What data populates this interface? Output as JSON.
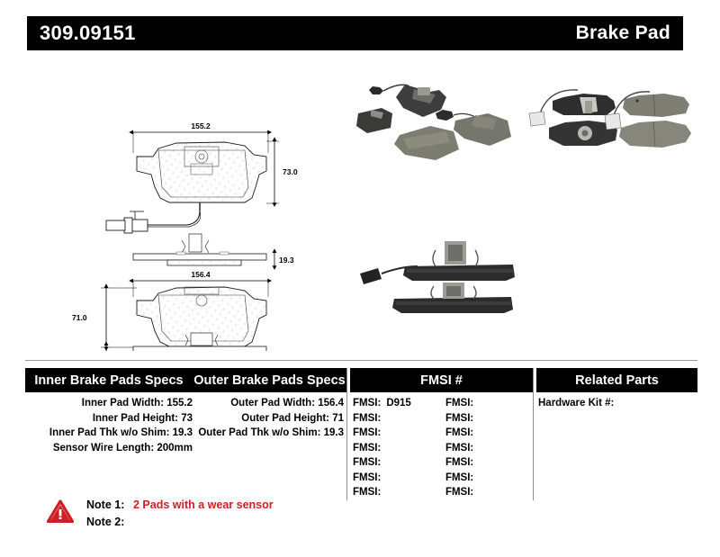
{
  "header": {
    "part_number": "309.09151",
    "product_type": "Brake Pad"
  },
  "drawings": {
    "inner_pad": {
      "label": "inner-brake-pad-drawing",
      "width_dim": "155.2",
      "height_dim": "73.0",
      "thickness_dim": "19.3"
    },
    "outer_pad": {
      "label": "outer-brake-pad-drawing",
      "width_dim": "156.4",
      "height_dim": "71.0",
      "thickness_dim": "19.3"
    }
  },
  "table": {
    "headers": {
      "inner": "Inner Brake Pads Specs",
      "outer": "Outer Brake Pads Specs",
      "fmsi": "FMSI #",
      "related": "Related Parts"
    },
    "inner_specs": [
      "Inner Pad Width: 155.2",
      "Inner Pad Height: 73",
      "Inner Pad Thk w/o Shim: 19.3",
      "Sensor Wire Length: 200mm"
    ],
    "outer_specs": [
      "Outer Pad Width: 156.4",
      "Outer Pad Height: 71",
      "Outer Pad Thk w/o Shim: 19.3"
    ],
    "fmsi_left": [
      {
        "label": "FMSI:",
        "value": "D915"
      },
      {
        "label": "FMSI:",
        "value": ""
      },
      {
        "label": "FMSI:",
        "value": ""
      },
      {
        "label": "FMSI:",
        "value": ""
      },
      {
        "label": "FMSI:",
        "value": ""
      },
      {
        "label": "FMSI:",
        "value": ""
      },
      {
        "label": "FMSI:",
        "value": ""
      }
    ],
    "fmsi_right": [
      {
        "label": "FMSI:",
        "value": ""
      },
      {
        "label": "FMSI:",
        "value": ""
      },
      {
        "label": "FMSI:",
        "value": ""
      },
      {
        "label": "FMSI:",
        "value": ""
      },
      {
        "label": "FMSI:",
        "value": ""
      },
      {
        "label": "FMSI:",
        "value": ""
      },
      {
        "label": "FMSI:",
        "value": ""
      }
    ],
    "related_parts": [
      "Hardware Kit #:"
    ]
  },
  "notes": {
    "note1_label": "Note 1:",
    "note1_value": "2 Pads with a wear sensor",
    "note2_label": "Note 2:",
    "note2_value": "",
    "warning_color": "#cc2027",
    "note1_color": "#cc2027"
  }
}
